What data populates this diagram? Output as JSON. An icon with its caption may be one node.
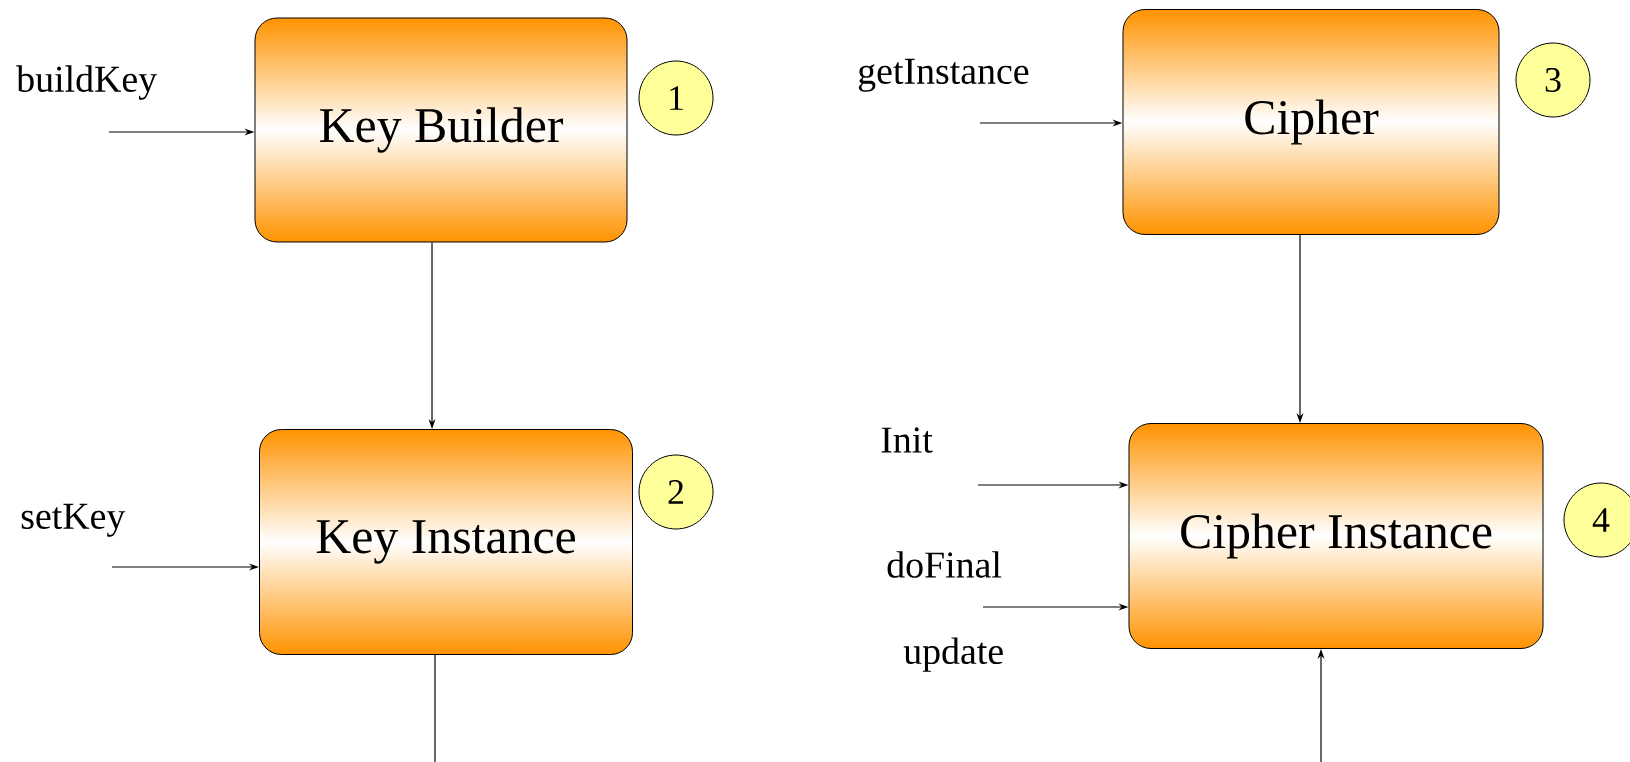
{
  "diagram": {
    "nodes": [
      {
        "text": [
          "Key Builder"
        ]
      },
      {
        "text": [
          "1"
        ]
      },
      {
        "text": [
          "Key Instance"
        ]
      },
      {
        "text": [
          "2"
        ]
      },
      {
        "text": [
          "Cipher"
        ]
      },
      {
        "text": [
          "3"
        ]
      },
      {
        "text": [
          "Cipher Instance"
        ]
      },
      {
        "text": [
          "4"
        ]
      }
    ],
    "edges": [
      {
        "from": null,
        "to": 0,
        "arrow": "to",
        "label": "buildKey"
      },
      {
        "from": 0,
        "to": 2,
        "arrow": "to"
      },
      {
        "from": null,
        "to": 2,
        "arrow": "to",
        "label": "setKey"
      },
      {
        "from": 2,
        "to": null,
        "arrow": "none"
      },
      {
        "from": null,
        "to": 4,
        "arrow": "to",
        "label": "getInstance"
      },
      {
        "from": 4,
        "to": 6,
        "arrow": "to"
      },
      {
        "from": null,
        "to": 6,
        "arrow": "to",
        "label": "Init"
      },
      {
        "from": null,
        "to": 6,
        "arrow": "to",
        "label": "doFinal"
      },
      {
        "from": null,
        "to": 6,
        "arrow": "to"
      }
    ],
    "labels": [
      "update"
    ]
  }
}
